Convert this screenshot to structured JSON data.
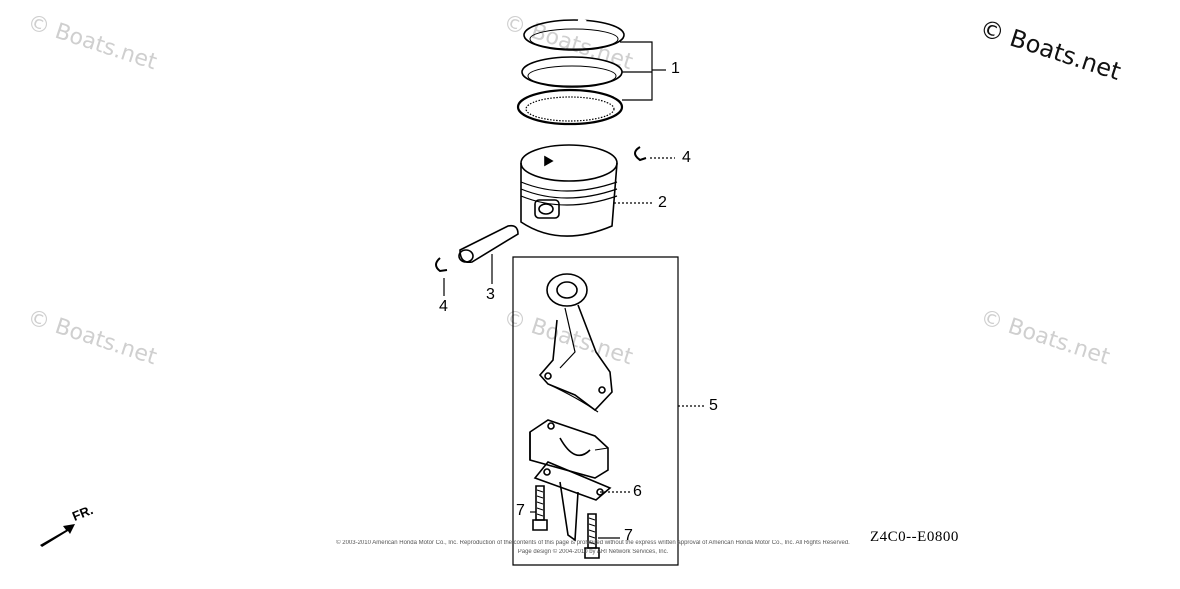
{
  "watermarks": [
    "© Boats.net",
    "© Boats.net",
    "© Boats.net",
    "© Boats.net",
    "© Boats.net"
  ],
  "watermark_main": "© Boats.net",
  "callouts": [
    "1",
    "4",
    "2",
    "4",
    "3",
    "5",
    "6",
    "7",
    "7"
  ],
  "diagram_code": "Z4C0--E0800",
  "direction_label": "FR.",
  "copyright_line1": "© 2003-2010 American Honda Motor Co., Inc. Reproduction of the contents of this page is prohibited without the express written approval of American Honda Motor Co., Inc. All Rights Reserved.",
  "copyright_line2": "Page design © 2004-2010 by ARI Network Services, Inc.",
  "colors": {
    "ink": "#000000",
    "watermark": "#cfcfcf"
  }
}
